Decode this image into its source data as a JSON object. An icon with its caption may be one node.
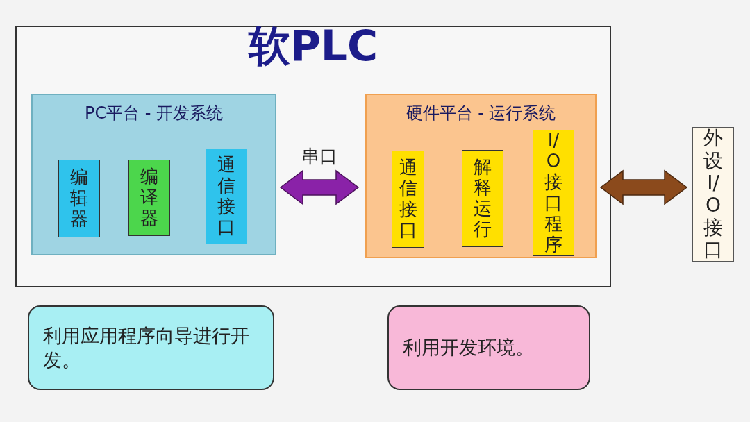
{
  "diagram": {
    "nodes": [
      {
        "text": [
          "软PLC"
        ]
      },
      {
        "text": [
          "PC平台 - 开发系统"
        ],
        "in": 0
      },
      {
        "text": [
          "编辑器"
        ],
        "in": 1
      },
      {
        "text": [
          "编译器"
        ],
        "in": 1
      },
      {
        "text": [
          "通信接口"
        ],
        "in": 1
      },
      {
        "text": [
          "硬件平台 - 运行系统"
        ],
        "in": 0
      },
      {
        "text": [
          "通信接口"
        ],
        "in": 5
      },
      {
        "text": [
          "解释运行"
        ],
        "in": 5
      },
      {
        "text": [
          "I/O接口程序"
        ],
        "in": 5
      },
      {
        "text": [
          "外设I/O接口"
        ]
      },
      {
        "text": [
          "利用应用程序向导进行开发。"
        ]
      },
      {
        "text": [
          "利用开发环境。"
        ]
      }
    ],
    "edges": [
      {
        "from": 1,
        "to": 5,
        "arrow": "both",
        "label": "串口",
        "style": "thick",
        "color": "#8a22a8"
      },
      {
        "from": 5,
        "to": 9,
        "arrow": "both",
        "style": "thick",
        "color": "#8b4a1c"
      }
    ]
  }
}
